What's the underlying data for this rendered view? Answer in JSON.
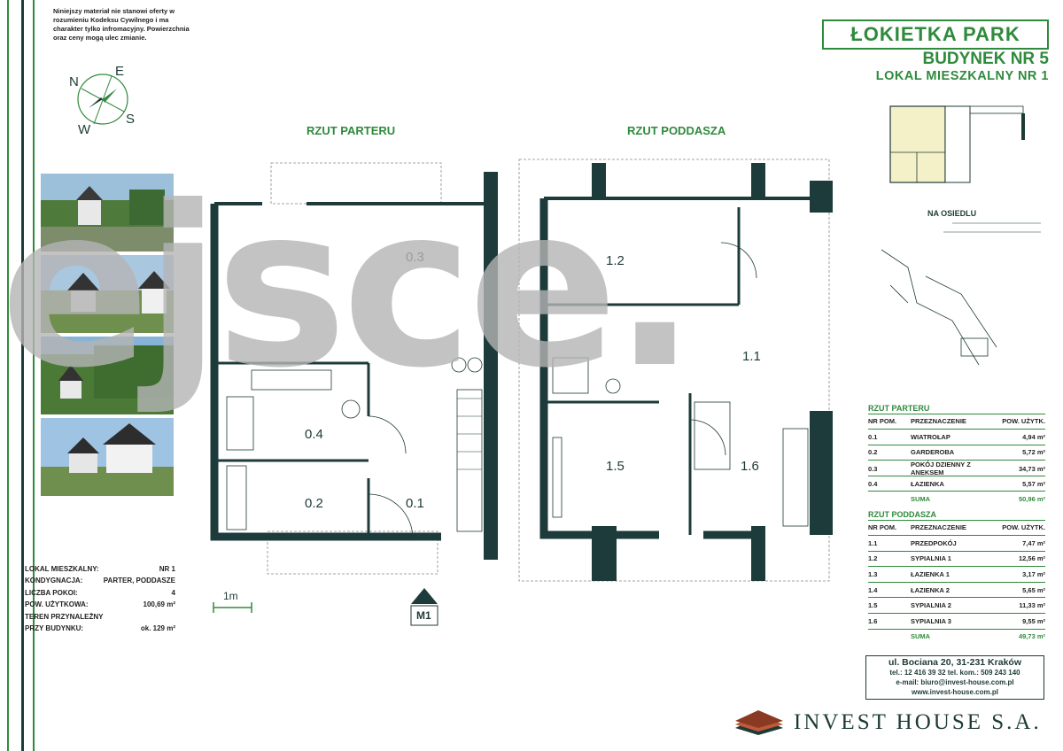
{
  "disclaimer": "Niniejszy materiał nie stanowi oferty w rozumieniu Kodeksu Cywilnego i ma charakter tylko infromacyjny. Powierzchnia oraz ceny mogą ulec zmianie.",
  "compass": {
    "n": "N",
    "e": "E",
    "s": "S",
    "w": "W"
  },
  "header": {
    "project": "ŁOKIETKA PARK",
    "building": "BUDYNEK NR 5",
    "unit": "LOKAL MIESZKALNY NR 1"
  },
  "plans": {
    "ground_title": "RZUT PARTERU",
    "attic_title": "RZUT PODDASZA",
    "ground_rooms": [
      "0.3",
      "0.4",
      "0.2",
      "0.1"
    ],
    "attic_rooms": [
      "1.2",
      "1.1",
      "1.5",
      "1.6"
    ],
    "scale_label": "1m",
    "marker_label": "M1"
  },
  "site_label": "NA OSIEDLU",
  "unit_info": [
    {
      "label": "LOKAL MIESZKALNY:",
      "value": "NR 1"
    },
    {
      "label": "KONDYGNACJA:",
      "value": "PARTER, PODDASZE"
    },
    {
      "label": "LICZBA POKOI:",
      "value": "4"
    },
    {
      "label": "POW. UŻYTKOWA:",
      "value": "100,69 m²"
    },
    {
      "label": "TEREN PRZYNALEŻNY",
      "value": ""
    },
    {
      "label": "PRZY BUDYNKU:",
      "value": "ok. 129 m²"
    }
  ],
  "table_ground": {
    "title": "RZUT PARTERU",
    "headers": [
      "NR POM.",
      "PRZEZNACZENIE",
      "POW. UŻYTK."
    ],
    "rows": [
      [
        "0.1",
        "WIATROŁAP",
        "4,94 m²"
      ],
      [
        "0.2",
        "GARDEROBA",
        "5,72 m²"
      ],
      [
        "0.3",
        "POKÓJ DZIENNY Z ANEKSEM",
        "34,73 m²"
      ],
      [
        "0.4",
        "ŁAZIENKA",
        "5,57 m²"
      ]
    ],
    "sum_label": "SUMA",
    "sum_value": "50,96 m²"
  },
  "table_attic": {
    "title": "RZUT PODDASZA",
    "headers": [
      "NR POM.",
      "PRZEZNACZENIE",
      "POW. UŻYTK."
    ],
    "rows": [
      [
        "1.1",
        "PRZEDPOKÓJ",
        "7,47 m²"
      ],
      [
        "1.2",
        "SYPIALNIA 1",
        "12,56 m²"
      ],
      [
        "1.3",
        "ŁAZIENKA 1",
        "3,17 m²"
      ],
      [
        "1.4",
        "ŁAZIENKA 2",
        "5,65 m²"
      ],
      [
        "1.5",
        "SYPIALNIA 2",
        "11,33 m²"
      ],
      [
        "1.6",
        "SYPIALNIA 3",
        "9,55 m²"
      ]
    ],
    "sum_label": "SUMA",
    "sum_value": "49,73 m²"
  },
  "contact": {
    "address": "ul. Bociana 20, 31-231 Kraków",
    "phones": "tel.: 12 416 39 32   tel. kom.: 509 243 140",
    "email": "e-mail: biuro@invest-house.com.pl",
    "www": "www.invest-house.com.pl"
  },
  "brand": "INVEST HOUSE S.A.",
  "watermark": "ejsce.",
  "colors": {
    "accent": "#2f8a3c",
    "wall": "#1c3b3a"
  }
}
